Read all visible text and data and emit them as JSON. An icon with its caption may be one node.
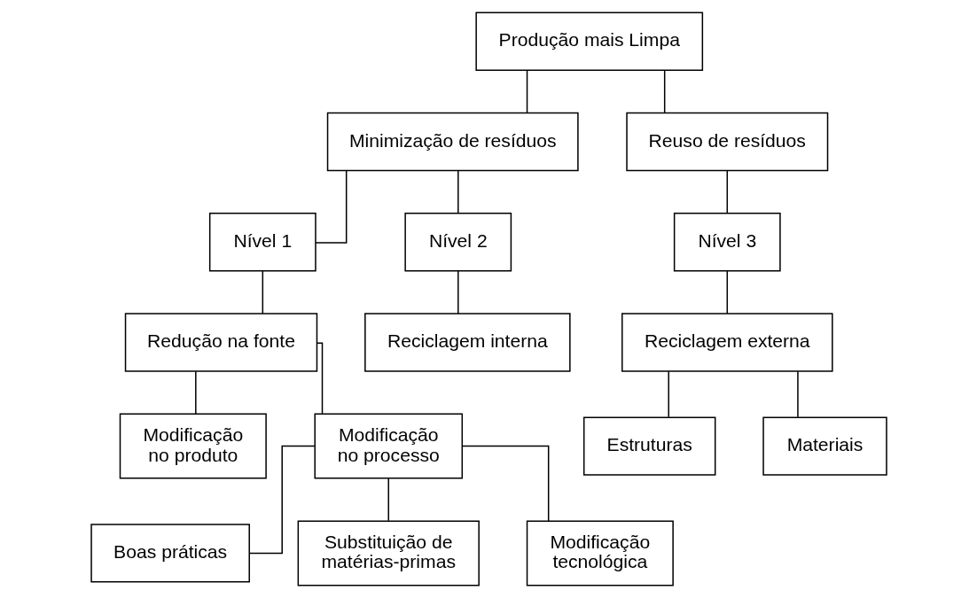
{
  "diagram": {
    "nodes": [
      {
        "text": [
          "Produção mais Limpa"
        ]
      },
      {
        "text": [
          "Minimização de resíduos"
        ]
      },
      {
        "text": [
          "Reuso de resíduos"
        ]
      },
      {
        "text": [
          "Nível 1"
        ]
      },
      {
        "text": [
          "Nível 2"
        ]
      },
      {
        "text": [
          "Nível 3"
        ]
      },
      {
        "text": [
          "Redução na fonte"
        ]
      },
      {
        "text": [
          "Reciclagem interna"
        ]
      },
      {
        "text": [
          "Reciclagem externa"
        ]
      },
      {
        "text": [
          "Modificação no produto"
        ]
      },
      {
        "text": [
          "Modificação no processo"
        ]
      },
      {
        "text": [
          "Estruturas"
        ]
      },
      {
        "text": [
          "Materiais"
        ]
      },
      {
        "text": [
          "Boas práticas"
        ]
      },
      {
        "text": [
          "Substituição de matérias-primas"
        ]
      },
      {
        "text": [
          "Modificação tecnológica"
        ]
      }
    ],
    "edges": [
      {
        "from": 0,
        "to": 1,
        "arrow": "none"
      },
      {
        "from": 0,
        "to": 2,
        "arrow": "none"
      },
      {
        "from": 1,
        "to": 3,
        "arrow": "none"
      },
      {
        "from": 1,
        "to": 4,
        "arrow": "none"
      },
      {
        "from": 2,
        "to": 5,
        "arrow": "none"
      },
      {
        "from": 3,
        "to": 6,
        "arrow": "none"
      },
      {
        "from": 4,
        "to": 7,
        "arrow": "none"
      },
      {
        "from": 5,
        "to": 8,
        "arrow": "none"
      },
      {
        "from": 6,
        "to": 9,
        "arrow": "none"
      },
      {
        "from": 6,
        "to": 10,
        "arrow": "none"
      },
      {
        "from": 8,
        "to": 11,
        "arrow": "none"
      },
      {
        "from": 8,
        "to": 12,
        "arrow": "none"
      },
      {
        "from": 10,
        "to": 13,
        "arrow": "none"
      },
      {
        "from": 10,
        "to": 14,
        "arrow": "none"
      },
      {
        "from": 10,
        "to": 15,
        "arrow": "none"
      }
    ]
  }
}
